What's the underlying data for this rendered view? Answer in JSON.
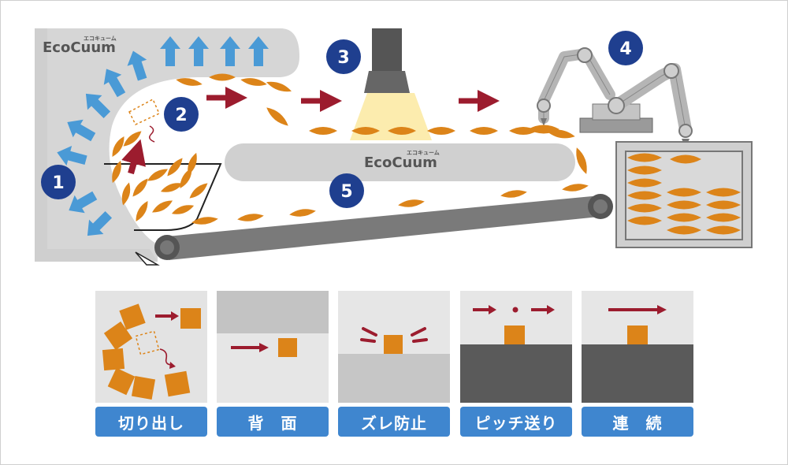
{
  "logo": {
    "main": "EcoCuum",
    "kana": "エコキューム"
  },
  "steps": [
    "1",
    "2",
    "3",
    "4",
    "5"
  ],
  "features": [
    {
      "label": "切り出し"
    },
    {
      "label": "背　面"
    },
    {
      "label": "ズレ防止"
    },
    {
      "label": "ピッチ送り"
    },
    {
      "label": "連　続"
    }
  ],
  "colors": {
    "blue_arrow": "#4a9ad6",
    "red_arrow": "#9c1c2e",
    "product_orange": "#dc8419",
    "step_badge": "#1f3f8f",
    "label_blue": "#3f86cf",
    "light_gray": "#d0d0d0",
    "belt_gray": "#7a7a7a",
    "dark_gray": "#555555"
  }
}
